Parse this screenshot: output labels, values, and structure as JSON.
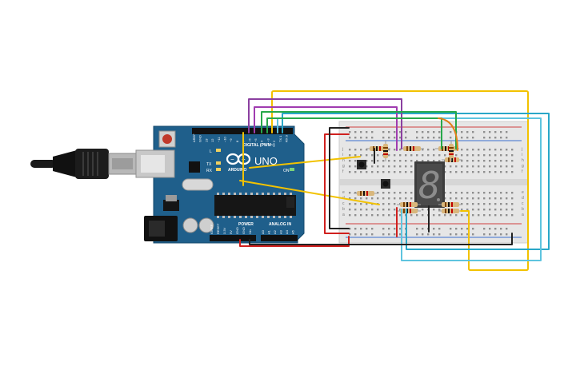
{
  "board": {
    "brand": "ARDUINO",
    "model": "UNO",
    "digital_header": "DIGITAL (PWM~)",
    "power_header": "POWER",
    "analog_header": "ANALOG IN",
    "label_l": "L",
    "label_tx": "TX",
    "label_rx": "RX",
    "label_on": "ON",
    "digital_pins": [
      "AREF",
      "GND",
      "13",
      "12",
      "~11",
      "~10",
      "~9",
      "8",
      "7",
      "~6",
      "~5",
      "4",
      "~3",
      "2",
      "TX 1",
      "RX 0"
    ],
    "power_pins": [
      "IOREF",
      "RESET",
      "3.3V",
      "5V",
      "GND",
      "GND",
      "Vin"
    ],
    "analog_pins": [
      "A0",
      "A1",
      "A2",
      "A3",
      "A4",
      "A5"
    ]
  },
  "breadboard": {
    "row_letters_top": [
      "j",
      "i",
      "h",
      "g",
      "f"
    ],
    "row_letters_bottom": [
      "e",
      "d",
      "c",
      "b",
      "a"
    ]
  },
  "display": {
    "digit": "8"
  },
  "colors": {
    "board_blue": "#1f5f8b",
    "wire_yellow": "#f2c200",
    "wire_purple": "#8b3fa0",
    "wire_magenta": "#a03cb0",
    "wire_green": "#27a84a",
    "wire_cyan": "#2aa7c8",
    "wire_orange": "#e0801a",
    "wire_red": "#d0201e",
    "wire_black": "#222222",
    "rail_red": "#d04040",
    "rail_blue": "#3a6fcf"
  }
}
